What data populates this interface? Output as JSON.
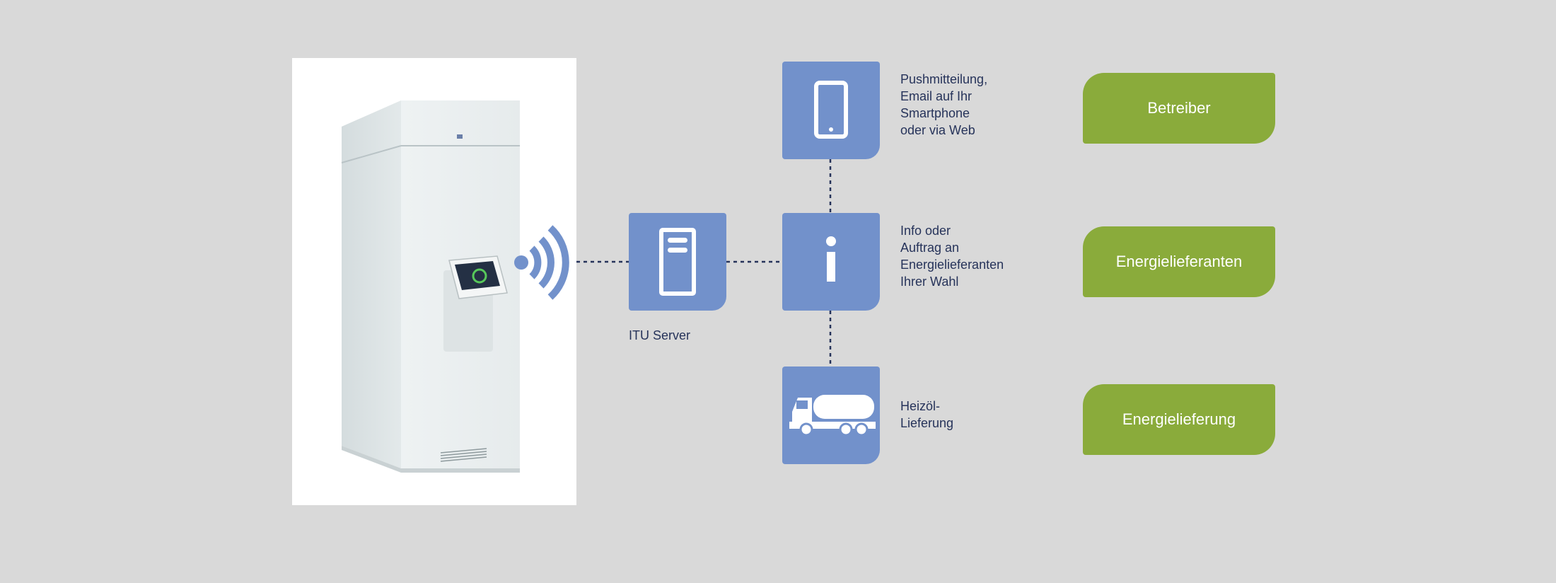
{
  "server": {
    "caption": "ITU Server"
  },
  "messages": [
    {
      "icon": "smartphone-icon",
      "text": "Pushmitteilung,\nEmail auf Ihr\nSmartphone\noder via Web"
    },
    {
      "icon": "info-icon",
      "text": "Info oder\nAuftrag an\nEnergielieferanten\nIhrer Wahl"
    },
    {
      "icon": "truck-icon",
      "text": "Heizöl-\nLieferung"
    }
  ],
  "roles": [
    {
      "label": "Betreiber"
    },
    {
      "label": "Energielieferanten"
    },
    {
      "label": "Energielieferung"
    }
  ],
  "colors": {
    "background": "#d9d9d9",
    "tile": "#7291cb",
    "pill": "#8aab3b",
    "text": "#26335a"
  }
}
